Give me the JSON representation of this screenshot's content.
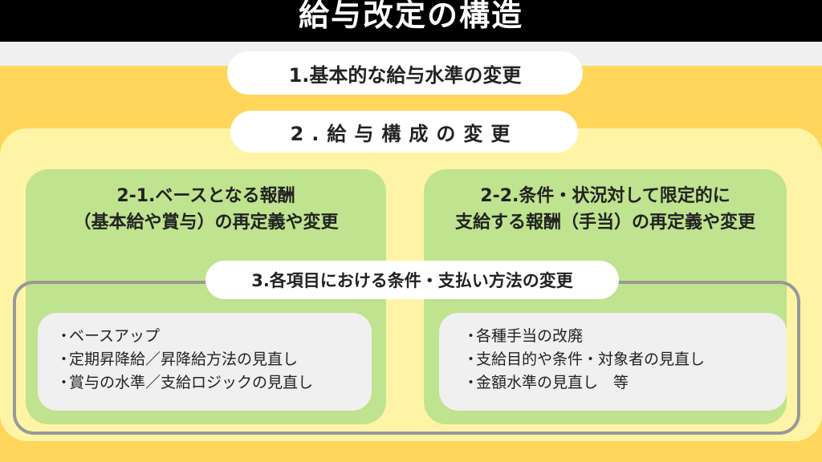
{
  "title": "給与改定の構造",
  "section1": {
    "label": "1.基本的な給与水準の変更"
  },
  "section2": {
    "label": "2.給与構成の変更"
  },
  "section2_1": {
    "title_line1": "2-1.ベースとなる報酬",
    "title_line2": "（基本給や賞与）の再定義や変更",
    "items": [
      "ベースアップ",
      "定期昇降給／昇降給方法の見直し",
      "賞与の水準／支給ロジックの見直し"
    ]
  },
  "section2_2": {
    "title_line1": "2-2.条件・状況対して限定的に",
    "title_line2": "支給する報酬（手当）の再定義や変更",
    "items": [
      "各種手当の改廃",
      "支給目的や条件・対象者の見直し",
      "金額水準の見直し　等"
    ]
  },
  "section3": {
    "label": "3.各項目における条件・支払い方法の変更"
  },
  "bullet": "・",
  "colors": {
    "title_bar": "#000000",
    "outer_yellow": "#ffd659",
    "inner_yellow": "#fff4a6",
    "green": "#bfe38e",
    "frame": "#999999",
    "list_bg": "#f0f0f0"
  }
}
